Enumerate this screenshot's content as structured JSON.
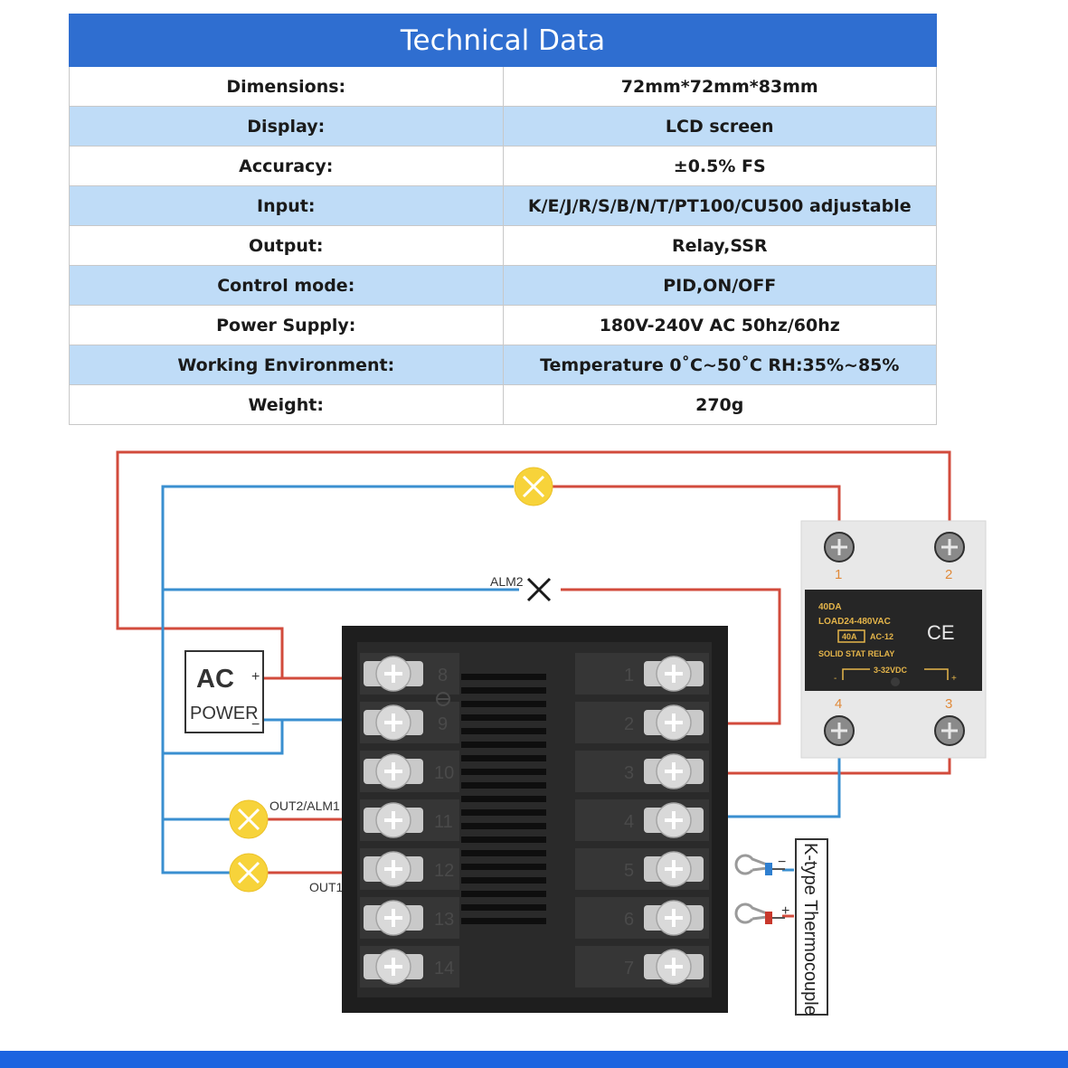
{
  "table": {
    "title": "Technical Data",
    "rows": [
      {
        "label": "Dimensions:",
        "value": "72mm*72mm*83mm"
      },
      {
        "label": "Display:",
        "value": "LCD screen"
      },
      {
        "label": "Accuracy:",
        "value": "±0.5% FS"
      },
      {
        "label": "Input:",
        "value": "K/E/J/R/S/B/N/T/PT100/CU500 adjustable"
      },
      {
        "label": "Output:",
        "value": "Relay,SSR"
      },
      {
        "label": "Control mode:",
        "value": "PID,ON/OFF"
      },
      {
        "label": "Power Supply:",
        "value": "180V-240V AC 50hz/60hz"
      },
      {
        "label": "Working Environment:",
        "value": "Temperature 0˚C~50˚C RH:35%~85%"
      },
      {
        "label": "Weight:",
        "value": "270g"
      }
    ]
  },
  "diagram": {
    "ac_power": {
      "title": "AC",
      "subtitle": "POWER",
      "plus": "+",
      "minus": "−"
    },
    "labels": {
      "alm2": "ALM2",
      "out2_alm1": "OUT2/ALM1",
      "out1": "OUT1"
    },
    "left_terminals": [
      "8",
      "9",
      "10",
      "11",
      "12",
      "13",
      "14"
    ],
    "right_terminals": [
      "1",
      "2",
      "3",
      "4",
      "5",
      "6",
      "7"
    ],
    "ssr": {
      "line1": "40DA",
      "line2": "LOAD24-480VAC",
      "badge": "40A",
      "model": "AC-12",
      "line3": "SOLID STAT RELAY",
      "input": "3-32VDC",
      "ce": "CE",
      "minus": "-",
      "plus": "+",
      "terminals": [
        "1",
        "2",
        "4",
        "3"
      ]
    },
    "thermocouple": {
      "label": "K-type Thermocouple",
      "minus": "−",
      "plus": "+"
    }
  },
  "colors": {
    "header_blue": "#2f6ed0",
    "row_alt": "#bfdcf7",
    "wire_red": "#d24b3c",
    "wire_blue": "#3a8fd0",
    "lamp_yellow": "#f7d33a",
    "bottom_bar": "#1c64e0"
  }
}
